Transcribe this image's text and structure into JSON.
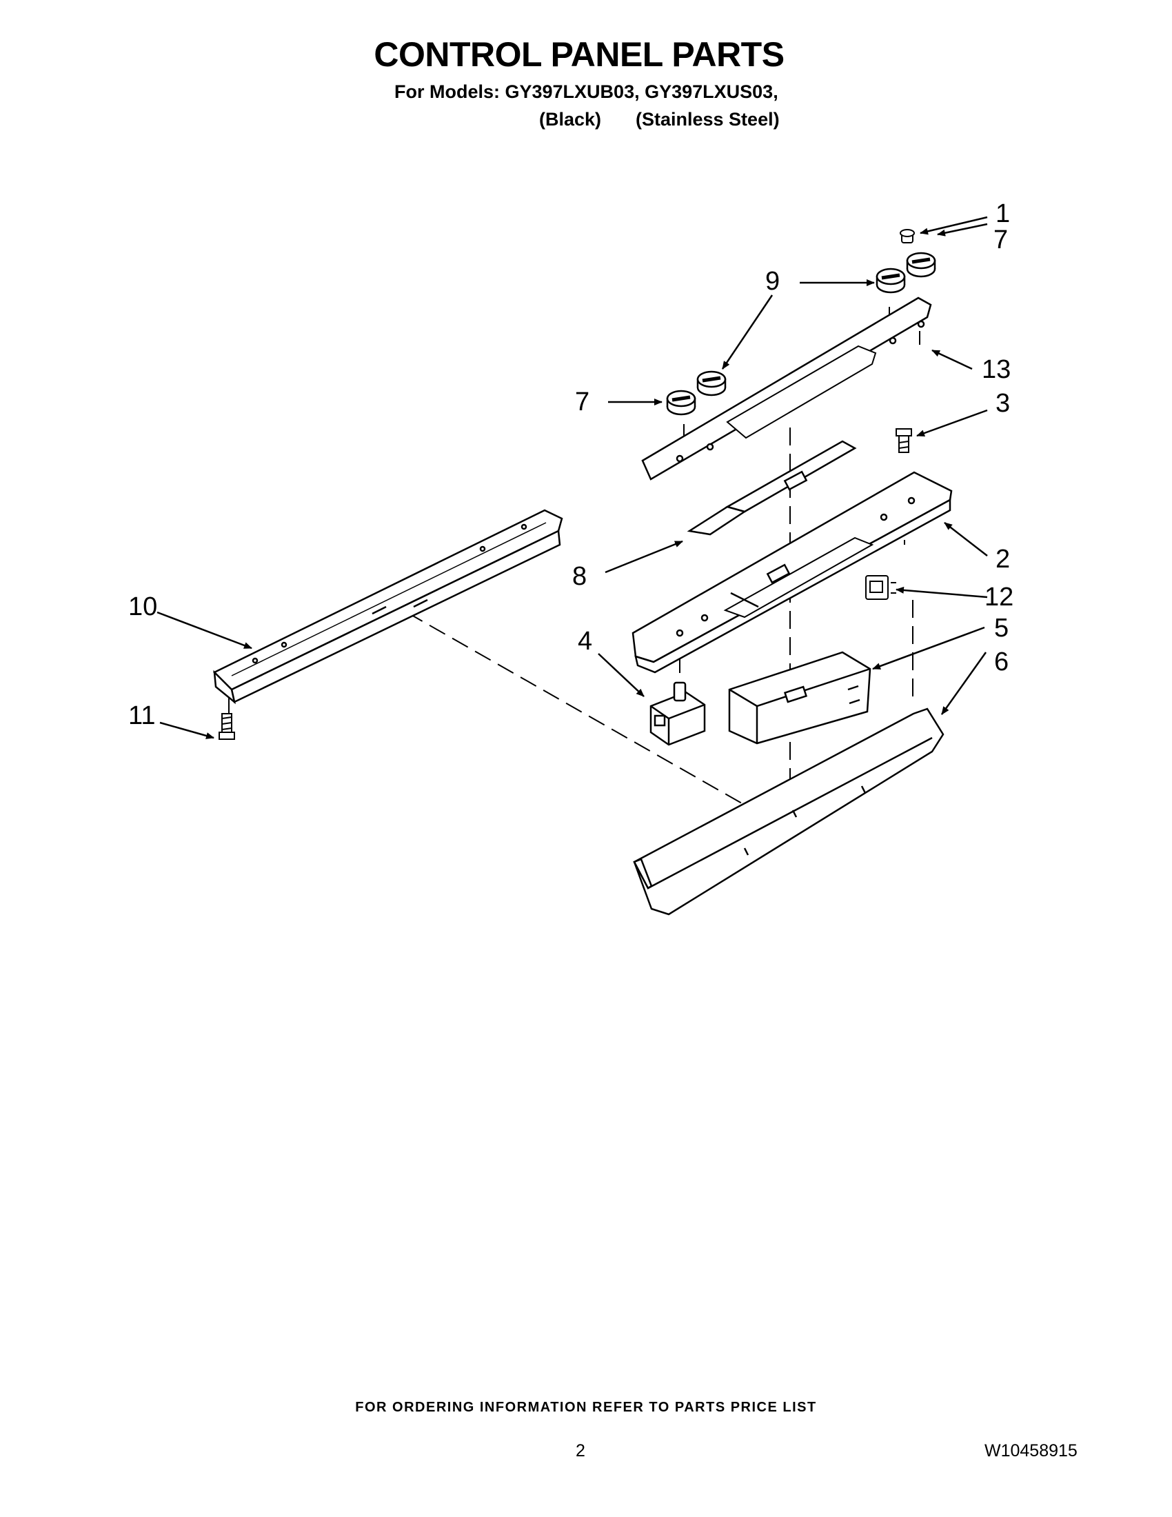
{
  "header": {
    "title": "CONTROL PANEL PARTS",
    "models_line": "For Models: GY397LXUB03, GY397LXUS03,",
    "color_black": "(Black)",
    "color_stainless": "(Stainless Steel)"
  },
  "callouts": [
    "1",
    "7",
    "9",
    "13",
    "7",
    "3",
    "2",
    "8",
    "12",
    "10",
    "4",
    "5",
    "6",
    "11"
  ],
  "footer": {
    "ordering_note": "FOR ORDERING INFORMATION REFER TO PARTS PRICE LIST",
    "page_number": "2",
    "doc_number": "W10458915"
  }
}
